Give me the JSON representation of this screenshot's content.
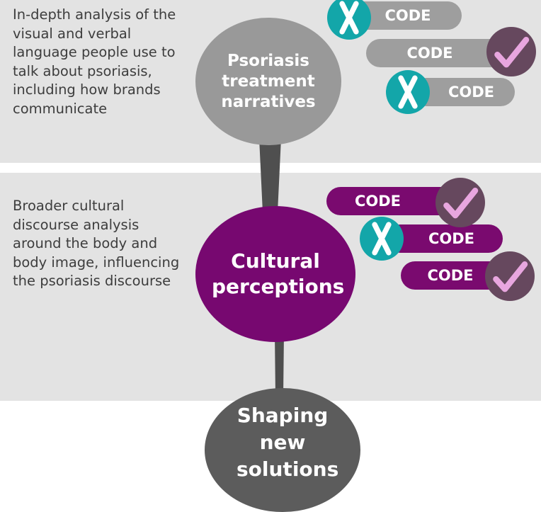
{
  "sections": [
    {
      "description": "In-depth analysis of the visual and verbal language people use to talk about psoriasis, including how brands communicate"
    },
    {
      "description": "Broader cultural discourse analysis around the body and body image, influencing the psoriasis discourse"
    }
  ],
  "nodes": [
    {
      "label": "Psoriasis treatment narratives",
      "color": "#999999"
    },
    {
      "label": "Cultural perceptions",
      "color": "#770870"
    },
    {
      "label": "Shaping new solutions",
      "color": "#5c5c5c"
    }
  ],
  "codes": [
    {
      "label": "CODE",
      "mark": "cross"
    },
    {
      "label": "CODE",
      "mark": "check"
    },
    {
      "label": "CODE",
      "mark": "cross"
    },
    {
      "label": "CODE",
      "mark": "check"
    },
    {
      "label": "CODE",
      "mark": "cross"
    },
    {
      "label": "CODE",
      "mark": "check"
    }
  ],
  "colors": {
    "band": "#e3e3e3",
    "grey_pill": "#9e9e9e",
    "purple_pill": "#7a0a6f",
    "cross_badge": "#13a6a9",
    "check_badge": "#66485e",
    "check_mark": "#e8a6df"
  }
}
